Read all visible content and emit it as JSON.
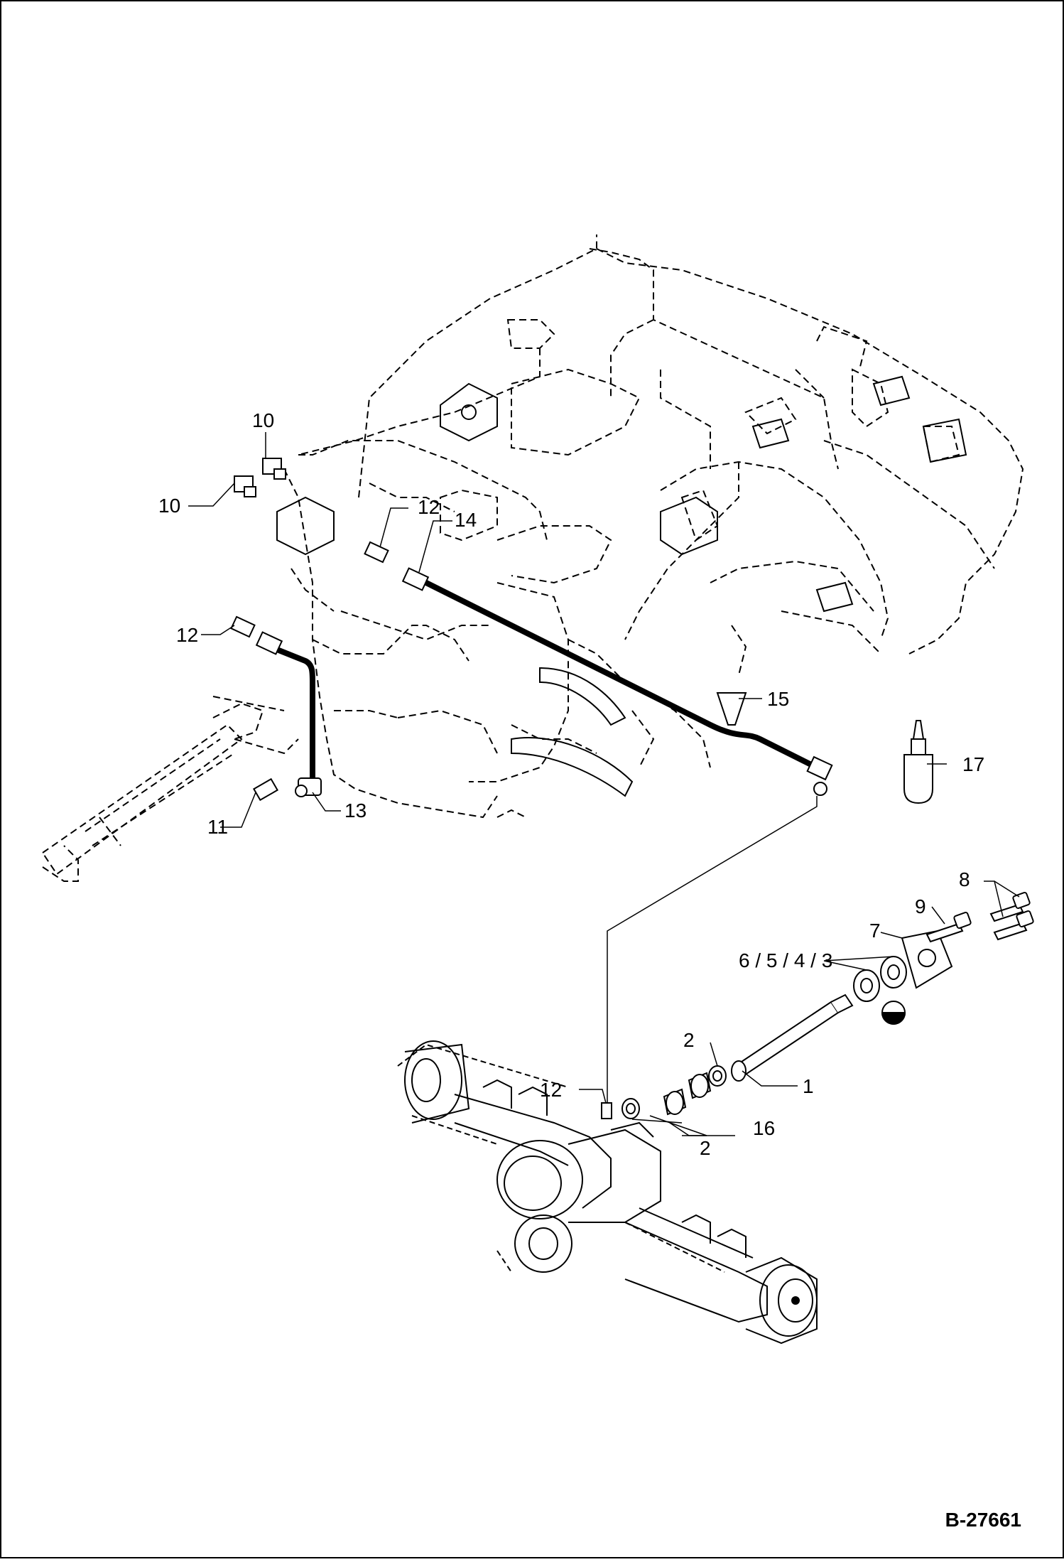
{
  "drawing_number": "B-27661",
  "callouts": {
    "c1": "1",
    "c2a": "2",
    "c2b": "2",
    "c6543": "6 / 5 / 4 / 3",
    "c7": "7",
    "c8": "8",
    "c9": "9",
    "c10a": "10",
    "c10b": "10",
    "c11": "11",
    "c12a": "12",
    "c12b": "12",
    "c12c": "12",
    "c13": "13",
    "c14": "14",
    "c15": "15",
    "c16": "16",
    "c17": "17"
  },
  "colors": {
    "line": "#000000",
    "background": "#ffffff"
  }
}
